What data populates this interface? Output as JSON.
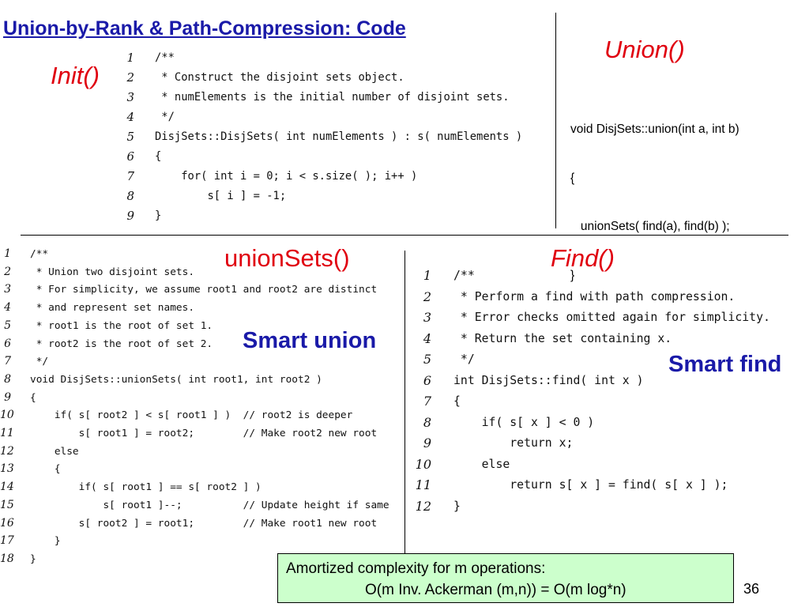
{
  "title": "Union-by-Rank & Path-Compression: Code",
  "labels": {
    "init": "Init()",
    "union": "Union()",
    "union_sets": "unionSets()",
    "find": "Find()",
    "smart_union": "Smart union",
    "smart_find": "Smart find"
  },
  "init_code": {
    "numbers": [
      "1",
      "2",
      "3",
      "4",
      "5",
      "6",
      "7",
      "8",
      "9"
    ],
    "lines": [
      "/**",
      " * Construct the disjoint sets object.",
      " * numElements is the initial number of disjoint sets.",
      " */",
      "DisjSets::DisjSets( int numElements ) : s( numElements )",
      "{",
      "    for( int i = 0; i < s.size( ); i++ )",
      "        s[ i ] = -1;",
      "}"
    ]
  },
  "union_code": {
    "lines": [
      "void DisjSets::union(int a, int b)",
      "{",
      "   unionSets( find(a), find(b) );",
      "}"
    ]
  },
  "union_sets_code": {
    "numbers": [
      "1",
      "2",
      "3",
      "4",
      "5",
      "6",
      "7",
      "8",
      "9",
      "10",
      "11",
      "12",
      "13",
      "14",
      "15",
      "16",
      "17",
      "18"
    ],
    "lines": [
      "/**",
      " * Union two disjoint sets.",
      " * For simplicity, we assume root1 and root2 are distinct",
      " * and represent set names.",
      " * root1 is the root of set 1.",
      " * root2 is the root of set 2.",
      " */",
      "void DisjSets::unionSets( int root1, int root2 )",
      "{",
      "    if( s[ root2 ] < s[ root1 ] )  // root2 is deeper",
      "        s[ root1 ] = root2;        // Make root2 new root",
      "    else",
      "    {",
      "        if( s[ root1 ] == s[ root2 ] )",
      "            s[ root1 ]--;          // Update height if same",
      "        s[ root2 ] = root1;        // Make root1 new root",
      "    }",
      "}"
    ]
  },
  "find_code": {
    "numbers": [
      "1",
      "2",
      "3",
      "4",
      "5",
      "6",
      "7",
      "8",
      "9",
      "10",
      "11",
      "12"
    ],
    "lines": [
      "/**",
      " * Perform a find with path compression.",
      " * Error checks omitted again for simplicity.",
      " * Return the set containing x.",
      " */",
      "int DisjSets::find( int x )",
      "{",
      "    if( s[ x ] < 0 )",
      "        return x;",
      "    else",
      "        return s[ x ] = find( s[ x ] );",
      "}"
    ]
  },
  "complexity_box": {
    "line1": "Amortized complexity for m operations:",
    "line2": "O(m Inv. Ackerman (m,n)) = O(m log*n)"
  },
  "page_number": "36"
}
